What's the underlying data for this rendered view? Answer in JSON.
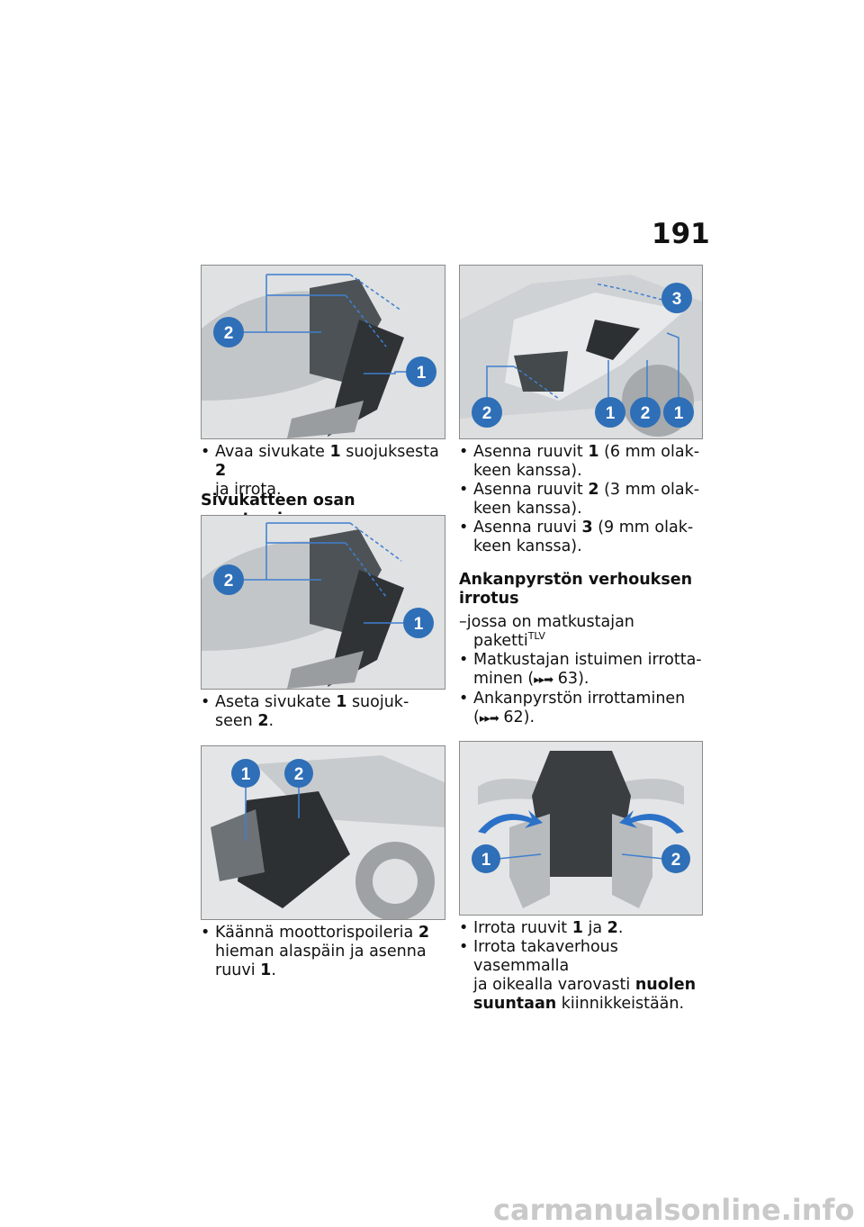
{
  "page_number": "191",
  "figures": {
    "f1": {
      "labels": [
        "2",
        "1"
      ]
    },
    "f2": {
      "labels": [
        "2",
        "1"
      ]
    },
    "f3": {
      "labels": [
        "1",
        "2"
      ]
    },
    "f4": {
      "labels": [
        "3",
        "2",
        "1",
        "2",
        "1"
      ]
    },
    "f5": {
      "labels": [
        "1",
        "2"
      ]
    }
  },
  "left": {
    "item1": {
      "a": "Avaa sivukate ",
      "n1": "1",
      "b": " suojuksesta ",
      "n2": "2",
      "c": "ja irrota."
    },
    "heading1": "Sivukatteen osan asentaminen",
    "item2": {
      "a": "Aseta sivukate ",
      "n1": "1",
      "b": " suojuk-",
      "c": "seen ",
      "n2": "2",
      "d": "."
    },
    "item3": {
      "a": "Käännä moottorispoileria ",
      "n1": "2",
      "b": "hieman alaspäin ja asenna",
      "c": "ruuvi ",
      "n2": "1",
      "d": "."
    }
  },
  "right": {
    "item1": {
      "a": "Asenna ruuvit ",
      "n": "1",
      "b": " (6 mm olak-",
      "c": "keen kanssa)."
    },
    "item2": {
      "a": "Asenna ruuvit ",
      "n": "2",
      "b": " (3 mm olak-",
      "c": "keen kanssa)."
    },
    "item3": {
      "a": "Asenna ruuvi ",
      "n": "3",
      "b": " (9 mm olak-",
      "c": "keen kanssa)."
    },
    "heading2_l1": "Ankanpyrstön verhouksen",
    "heading2_l2": "irrotus",
    "cond": {
      "a": "jossa on matkustajan",
      "b": "paketti",
      "sup": "TLV"
    },
    "item4": {
      "a": "Matkustajan istuimen irrotta-",
      "b": "minen (",
      "ref": "63",
      "c": ")."
    },
    "item5": {
      "a": "Ankanpyrstön irrottaminen",
      "ref": "62",
      "c": ")."
    },
    "item6": {
      "a": "Irrota ruuvit ",
      "n1": "1",
      "b": " ja ",
      "n2": "2",
      "c": "."
    },
    "item7": {
      "a": "Irrota takaverhous vasemmalla",
      "b": "ja oikealla varovasti ",
      "bold1": "nuolen",
      "bold2": "suuntaan",
      "c": " kiinnikkeistään."
    }
  },
  "watermark": "carmanualsonline.info",
  "colors": {
    "badge": "#2e6fb7",
    "leader": "#3f7fcf",
    "arrow": "#2b71c8"
  }
}
